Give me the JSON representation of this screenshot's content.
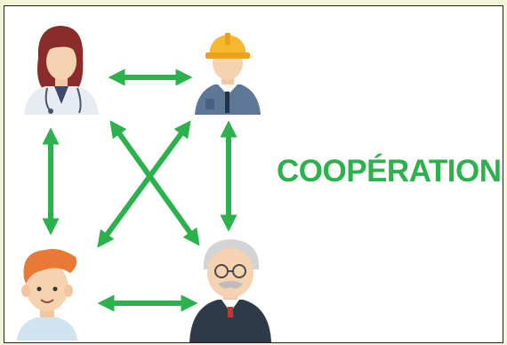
{
  "diagram": {
    "title": "COOPÉRATION",
    "people": [
      {
        "role": "doctor-icon"
      },
      {
        "role": "worker-icon"
      },
      {
        "role": "boy-icon"
      },
      {
        "role": "elder-man-icon"
      }
    ],
    "connections": [
      {
        "from": "doctor",
        "to": "worker",
        "type": "bidirectional"
      },
      {
        "from": "doctor",
        "to": "boy",
        "type": "bidirectional"
      },
      {
        "from": "worker",
        "to": "elder-man",
        "type": "bidirectional"
      },
      {
        "from": "boy",
        "to": "elder-man",
        "type": "bidirectional"
      },
      {
        "from": "doctor",
        "to": "elder-man",
        "type": "bidirectional"
      },
      {
        "from": "worker",
        "to": "boy",
        "type": "bidirectional"
      }
    ]
  },
  "colors": {
    "background": "#f7f5d8",
    "panel": "#ffffff",
    "accent": "#2bb24c",
    "title": "#2bb24c"
  }
}
